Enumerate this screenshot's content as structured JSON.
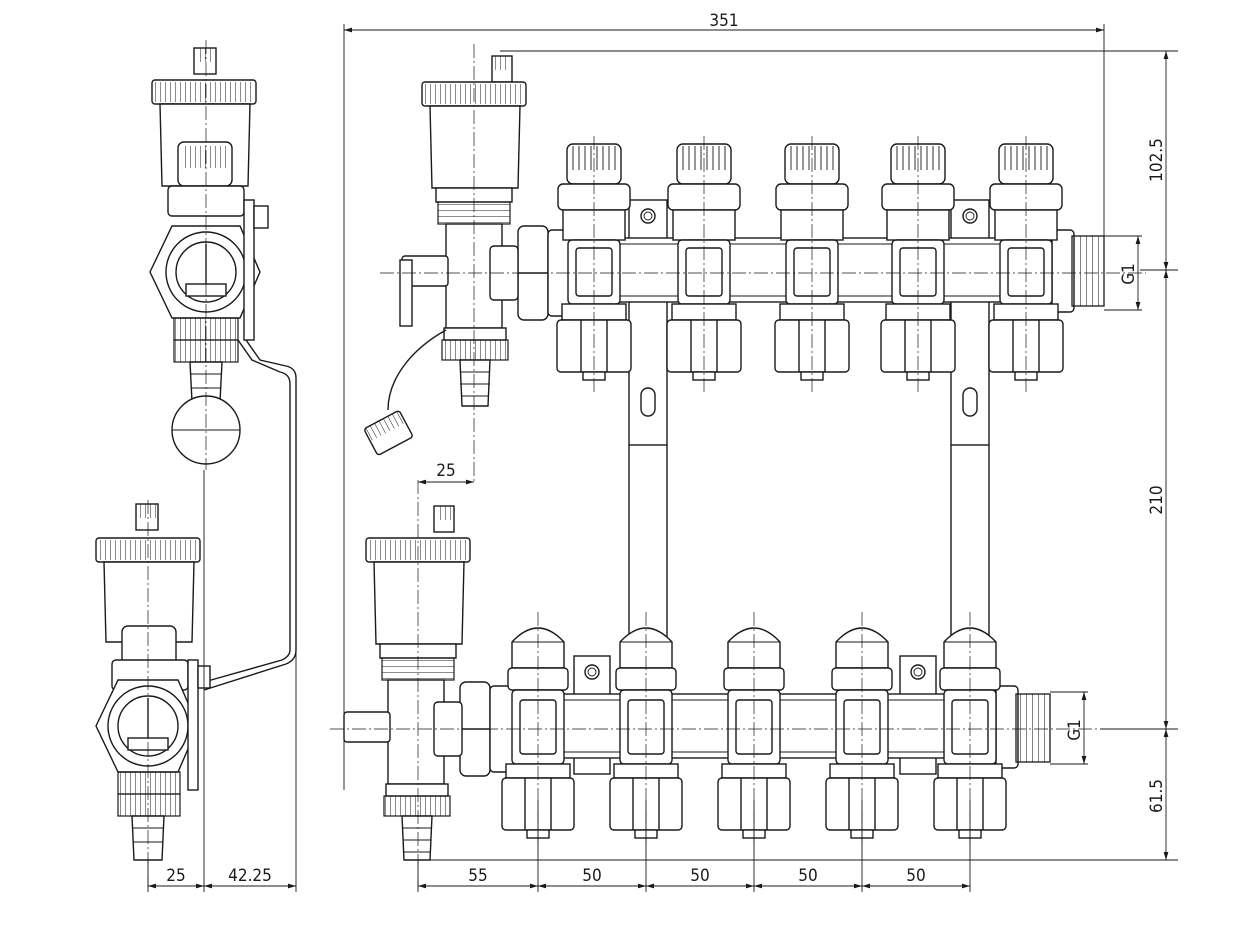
{
  "dimensions": {
    "overall_width": "351",
    "top_height": "102.5",
    "rail_spacing": "210",
    "bottom_height": "61.5",
    "thread_top": "G1",
    "thread_bottom": "G1",
    "vent_offset": "25",
    "side_offset_a": "25",
    "side_offset_b": "42.25",
    "first_outlet": "55",
    "outlet_spacing_1": "50",
    "outlet_spacing_2": "50",
    "outlet_spacing_3": "50",
    "outlet_spacing_4": "50"
  }
}
